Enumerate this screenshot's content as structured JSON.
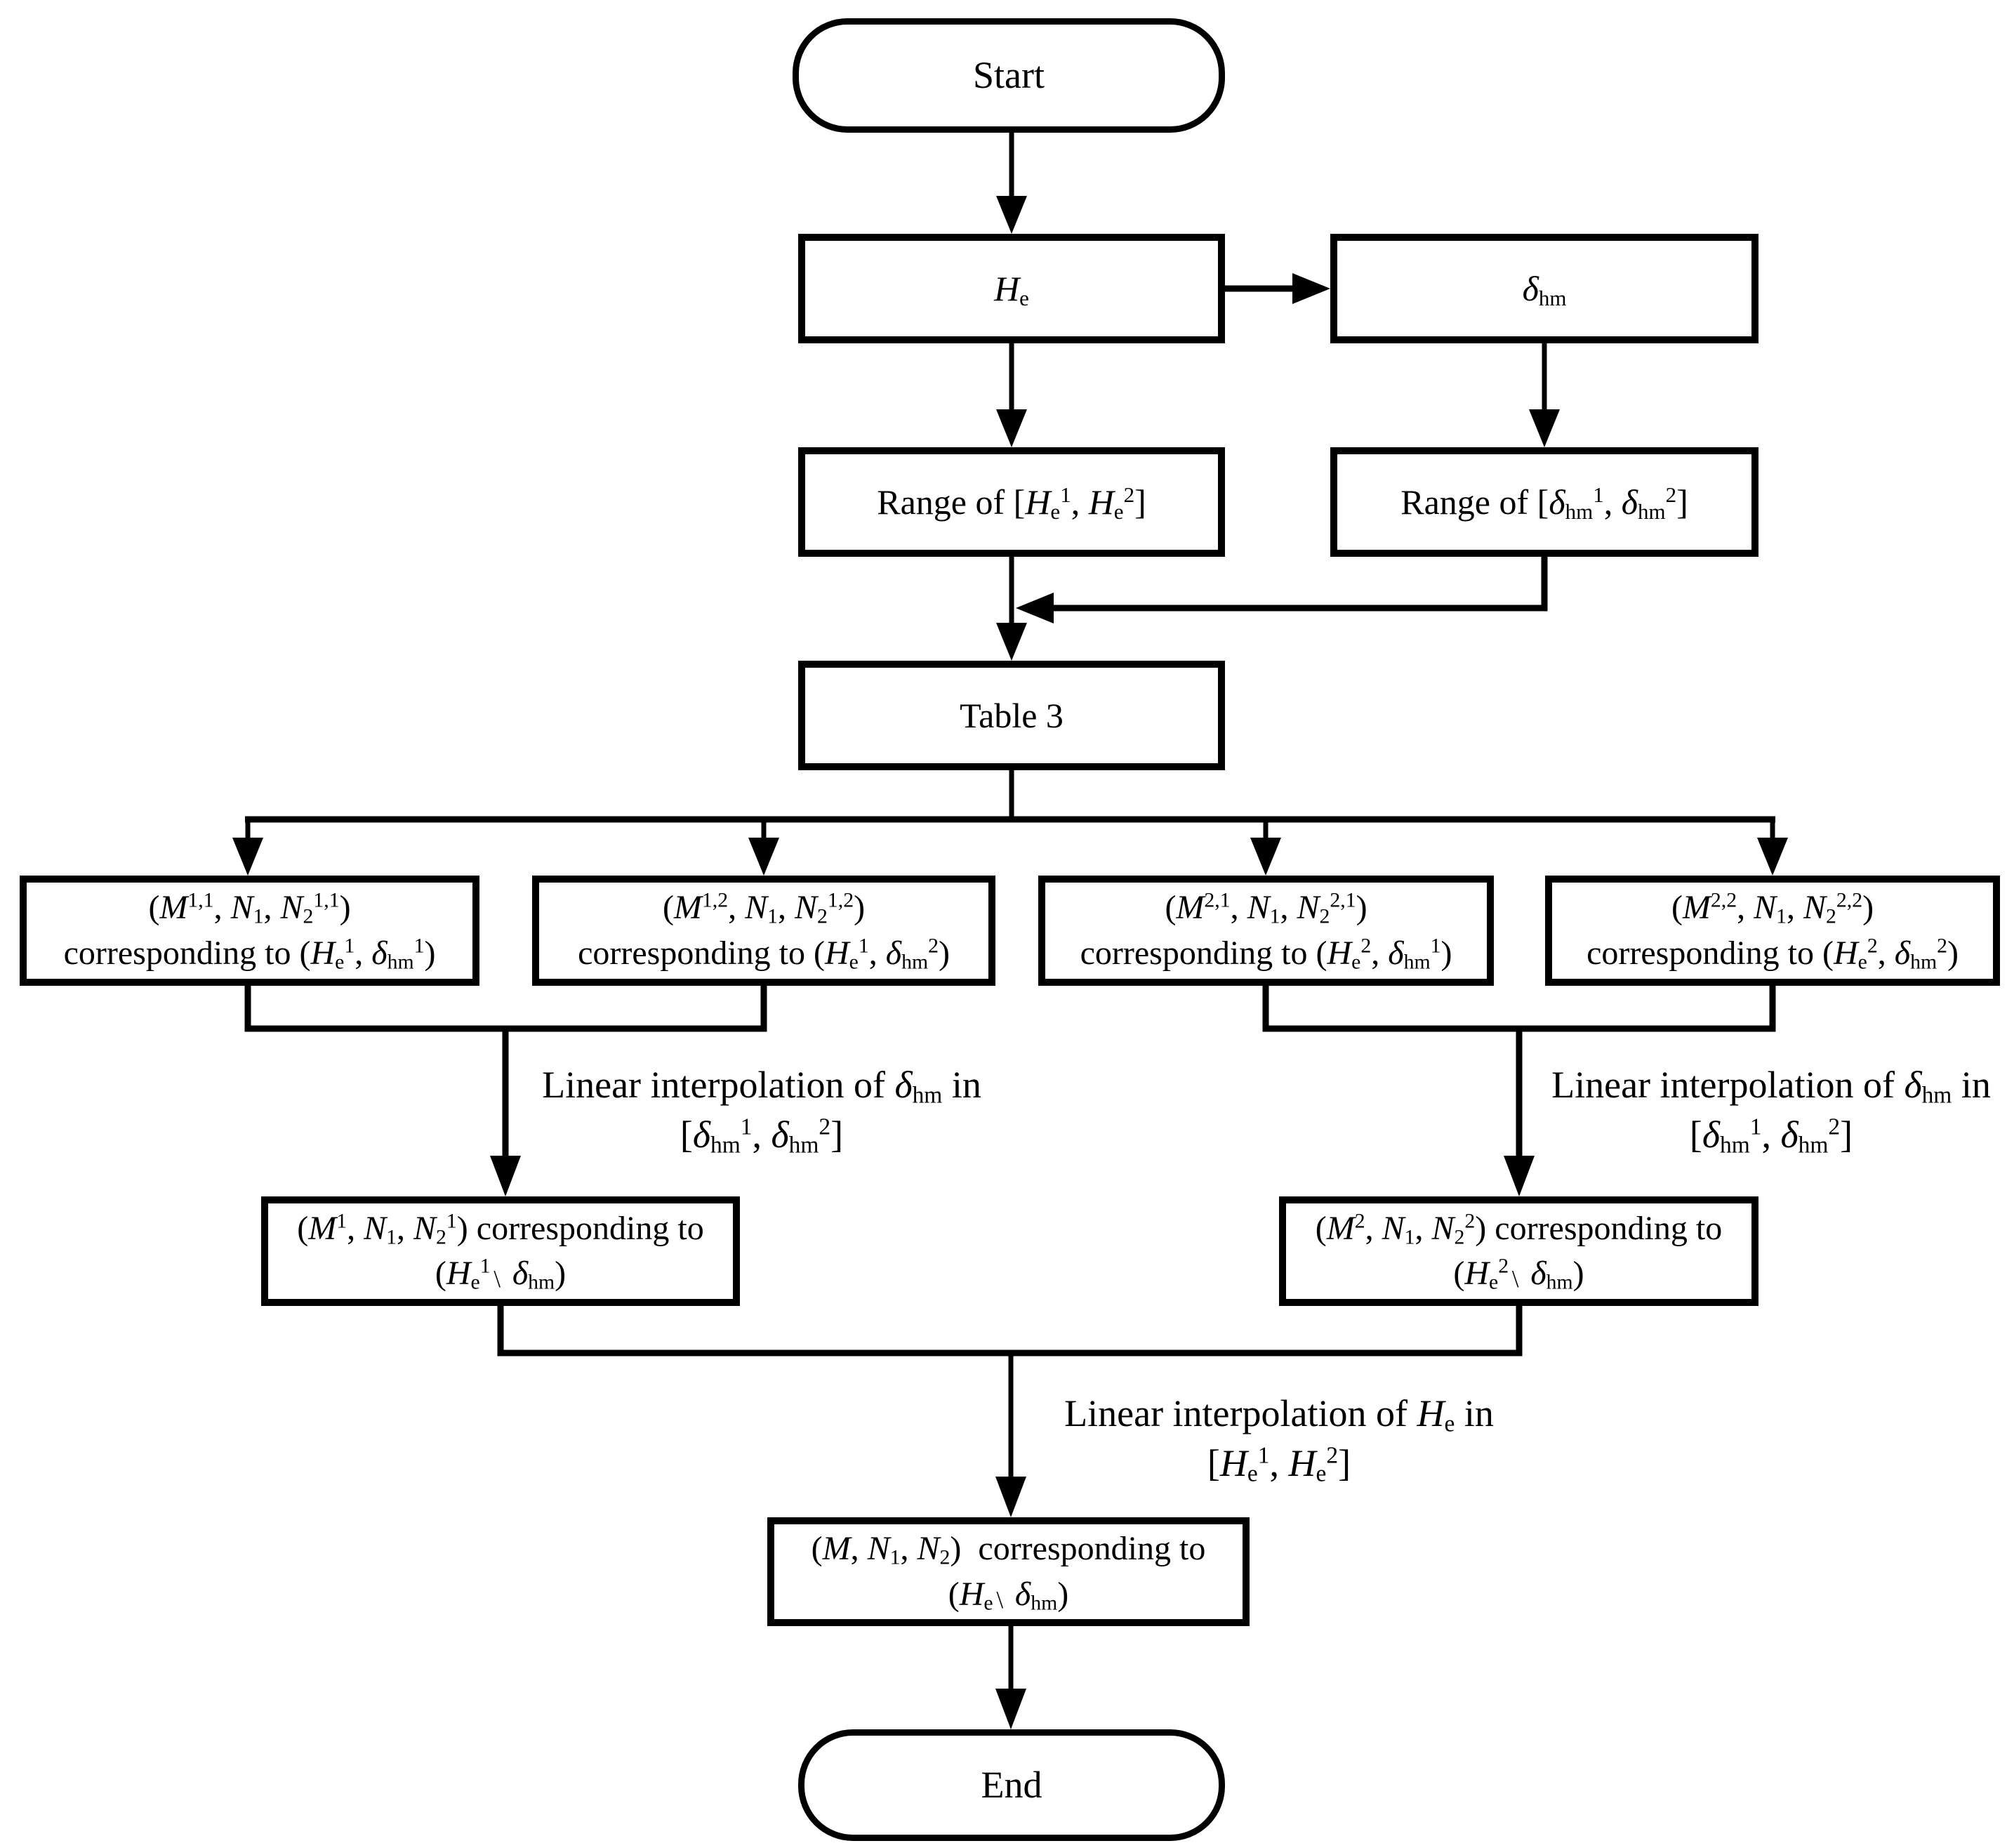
{
  "diagram": {
    "type": "flowchart",
    "colors": {
      "line": "#000000",
      "node_fill": "#ffffff",
      "background": "#ffffff",
      "text": "#000000"
    },
    "nodes": {
      "start": {
        "shape": "stadium",
        "label": "Start"
      },
      "he": {
        "shape": "process",
        "label": "H_e",
        "label_html": "<i>H</i><sub>e</sub>"
      },
      "dhm": {
        "shape": "process",
        "label": "δ_hm",
        "label_html": "<i>δ</i><sub>hm</sub>"
      },
      "he_range": {
        "shape": "process",
        "label": "Range of [H_e^1, H_e^2]",
        "label_html": "Range of [<i>H</i><sub>e</sub><sup>1</sup>, <i>H</i><sub>e</sub><sup>2</sup>]"
      },
      "dhm_range": {
        "shape": "process",
        "label": "Range of [δ_hm^1, δ_hm^2]",
        "label_html": "Range of [<i>δ</i><sub>hm</sub><sup>1</sup>, <i>δ</i><sub>hm</sub><sup>2</sup>]"
      },
      "table3": {
        "shape": "process",
        "label": "Table 3"
      },
      "q11": {
        "shape": "process",
        "label": "(M^1,1, N_1, N_2^1,1) corresponding to (H_e^1, δ_hm^1)",
        "label_html": "(<i>M</i><sup>1,1</sup>, <i>N</i><sub>1</sub>, <i>N</i><sub>2</sub><sup>1,1</sup>)<br>corresponding to (<i>H</i><sub>e</sub><sup>1</sup>, <i>δ</i><sub>hm</sub><sup>1</sup>)"
      },
      "q12": {
        "shape": "process",
        "label": "(M^1,2, N_1, N_2^1,2) corresponding to (H_e^1, δ_hm^2)",
        "label_html": "(<i>M</i><sup>1,2</sup>, <i>N</i><sub>1</sub>, <i>N</i><sub>2</sub><sup>1,2</sup>)<br>corresponding to (<i>H</i><sub>e</sub><sup>1</sup>, <i>δ</i><sub>hm</sub><sup>2</sup>)"
      },
      "q21": {
        "shape": "process",
        "label": "(M^2,1, N_1, N_2^2,1) corresponding to (H_e^2, δ_hm^1)",
        "label_html": "(<i>M</i><sup>2,1</sup>, <i>N</i><sub>1</sub>, <i>N</i><sub>2</sub><sup>2,1</sup>)<br>corresponding to (<i>H</i><sub>e</sub><sup>2</sup>, <i>δ</i><sub>hm</sub><sup>1</sup>)"
      },
      "q22": {
        "shape": "process",
        "label": "(M^2,2, N_1, N_2^2,2) corresponding to (H_e^2, δ_hm^2)",
        "label_html": "(<i>M</i><sup>2,2</sup>, <i>N</i><sub>1</sub>, <i>N</i><sub>2</sub><sup>2,2</sup>)<br>corresponding to (<i>H</i><sub>e</sub><sup>2</sup>, <i>δ</i><sub>hm</sub><sup>2</sup>)"
      },
      "m1": {
        "shape": "process",
        "label": "(M^1, N_1, N_2^1) corresponding to (H_e^1、δ_hm)",
        "label_html": "(<i>M</i><sup>1</sup>, <i>N</i><sub>1</sub>, <i>N</i><sub>2</sub><sup>1</sup>) corresponding to<br>(<i>H</i><sub>e</sub><sup>1</sup><span class=\"idc\">\\</span> <i>δ</i><sub>hm</sub>)"
      },
      "m2": {
        "shape": "process",
        "label": "(M^2, N_1, N_2^2) corresponding to (H_e^2、δ_hm)",
        "label_html": "(<i>M</i><sup>2</sup>, <i>N</i><sub>1</sub>, <i>N</i><sub>2</sub><sup>2</sup>) corresponding to<br>(<i>H</i><sub>e</sub><sup>2</sup><span class=\"idc\">\\</span> <i>δ</i><sub>hm</sub>)"
      },
      "final": {
        "shape": "process",
        "label": "(M, N_1, N_2) corresponding to (H_e、δ_hm)",
        "label_html": "(<i>M</i>, <i>N</i><sub>1</sub>, <i>N</i><sub>2</sub>)&nbsp; corresponding to<br>(<i>H</i><sub>e</sub><span class=\"idc\">\\</span> <i>δ</i><sub>hm</sub>)"
      },
      "end": {
        "shape": "stadium",
        "label": "End"
      }
    },
    "edge_labels": {
      "interp_dhm_left": {
        "line1": "Linear interpolation of δ_hm in",
        "line2": "[δ_hm^1, δ_hm^2]",
        "line1_html": "Linear interpolation of <i>δ</i><sub>hm</sub> in",
        "line2_html": "[<i>δ</i><sub>hm</sub><sup>1</sup>, <i>δ</i><sub>hm</sub><sup>2</sup>]"
      },
      "interp_dhm_right": {
        "line1": "Linear interpolation of δ_hm in",
        "line2": "[δ_hm^1, δ_hm^2]",
        "line1_html": "Linear interpolation of <i>δ</i><sub>hm</sub> in",
        "line2_html": "[<i>δ</i><sub>hm</sub><sup>1</sup>, <i>δ</i><sub>hm</sub><sup>2</sup>]"
      },
      "interp_he": {
        "line1": "Linear interpolation of H_e in",
        "line2": "[H_e^1, H_e^2]",
        "line1_html": "Linear interpolation of <i>H</i><sub>e</sub> in",
        "line2_html": "[<i>H</i><sub>e</sub><sup>1</sup>, <i>H</i><sub>e</sub><sup>2</sup>]"
      }
    }
  }
}
